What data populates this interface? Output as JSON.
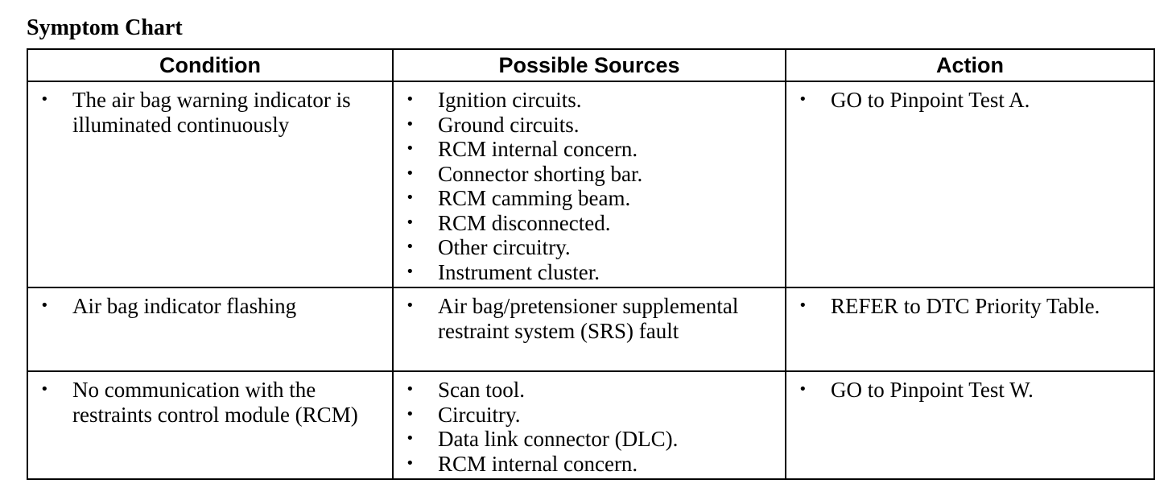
{
  "title": "Symptom Chart",
  "table": {
    "headers": [
      "Condition",
      "Possible Sources",
      "Action"
    ],
    "rows": [
      {
        "condition": [
          "The air bag warning indicator is illuminated continuously"
        ],
        "sources": [
          "Ignition circuits.",
          "Ground circuits.",
          "RCM internal concern.",
          "Connector shorting bar.",
          "RCM camming beam.",
          "RCM disconnected.",
          "Other circuitry.",
          "Instrument cluster."
        ],
        "action": [
          "GO to Pinpoint Test A."
        ]
      },
      {
        "condition": [
          "Air bag indicator flashing"
        ],
        "sources": [
          "Air bag/pretensioner supplemental restraint system (SRS) fault"
        ],
        "action": [
          "REFER to DTC Priority Table."
        ]
      },
      {
        "condition": [
          "No communication with the restraints control module (RCM)"
        ],
        "sources": [
          "Scan tool.",
          "Circuitry.",
          "Data link connector (DLC).",
          "RCM internal concern."
        ],
        "action": [
          "GO to Pinpoint Test W."
        ]
      }
    ]
  }
}
